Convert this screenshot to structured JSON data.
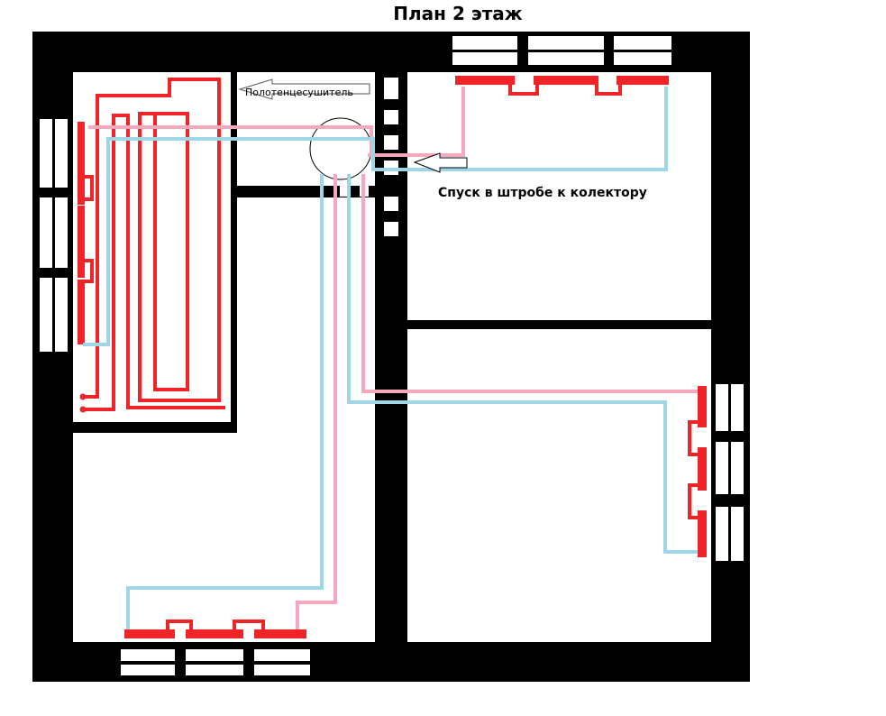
{
  "title": "План 2 этаж",
  "annotations": {
    "towel_dryer": "Полотенцесушитель",
    "riser_note": "Спуск в штробе к колектору"
  },
  "colors": {
    "wall": "#000000",
    "supply_pipe": "#f6a9bd",
    "return_pipe": "#9fd6e6",
    "heating_loop": "#ee2428",
    "radiator": "#ee2428"
  }
}
